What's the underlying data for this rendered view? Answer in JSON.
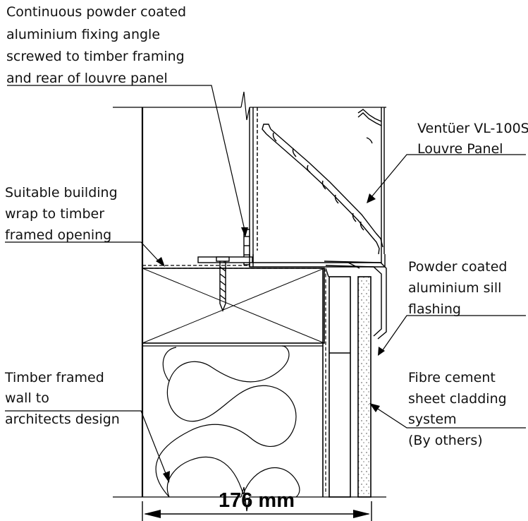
{
  "annotations": {
    "fixing_angle": [
      "Continuous powder coated",
      "aluminium fixing angle",
      "screwed to timber framing",
      "and rear of louvre panel"
    ],
    "louvre_panel": [
      "Ventüer VL-100S",
      "Louvre Panel"
    ],
    "building_wrap": [
      "Suitable building",
      "wrap to timber",
      "framed opening"
    ],
    "sill_flashing": [
      "Powder coated",
      "aluminium sill",
      "flashing"
    ],
    "timber_wall": [
      "Timber framed",
      "wall to",
      "architects design"
    ],
    "cladding": [
      "Fibre cement",
      "sheet cladding",
      "system",
      "(By others)"
    ]
  },
  "dimension": {
    "label": "176 mm"
  }
}
